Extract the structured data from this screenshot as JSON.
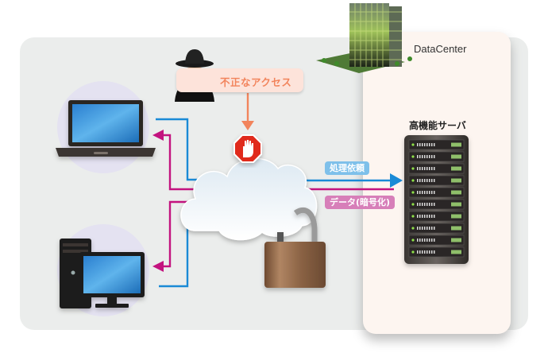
{
  "diagram": {
    "title_hint": "Secure cloud access to data center",
    "datacenter": {
      "label": "DataCenter"
    },
    "server": {
      "label": "高機能サーバ",
      "unit_count": 10
    },
    "threat": {
      "label": "不正なアクセス",
      "icon": "hacker-icon"
    },
    "block_icon": "stop-hand-icon",
    "cloud_icon": "cloud-icon",
    "lock_icon": "padlock-icon",
    "clients": [
      {
        "name": "laptop",
        "icon": "laptop-icon"
      },
      {
        "name": "desktop",
        "icon": "desktop-pc-icon"
      }
    ],
    "flows": {
      "request": {
        "label": "処理依頼",
        "color": "#1a8ad6"
      },
      "data": {
        "label": "データ(暗号化)",
        "color": "#c3137f"
      }
    },
    "colors": {
      "panel": "#ebedec",
      "datacenter_card": "#fdf5f0",
      "threat_bubble": "#fde3da",
      "threat_text": "#f2845c",
      "request_tag": "#7ec0ea",
      "data_tag": "#d77fb9",
      "stop_sign": "#e02a1a"
    }
  }
}
